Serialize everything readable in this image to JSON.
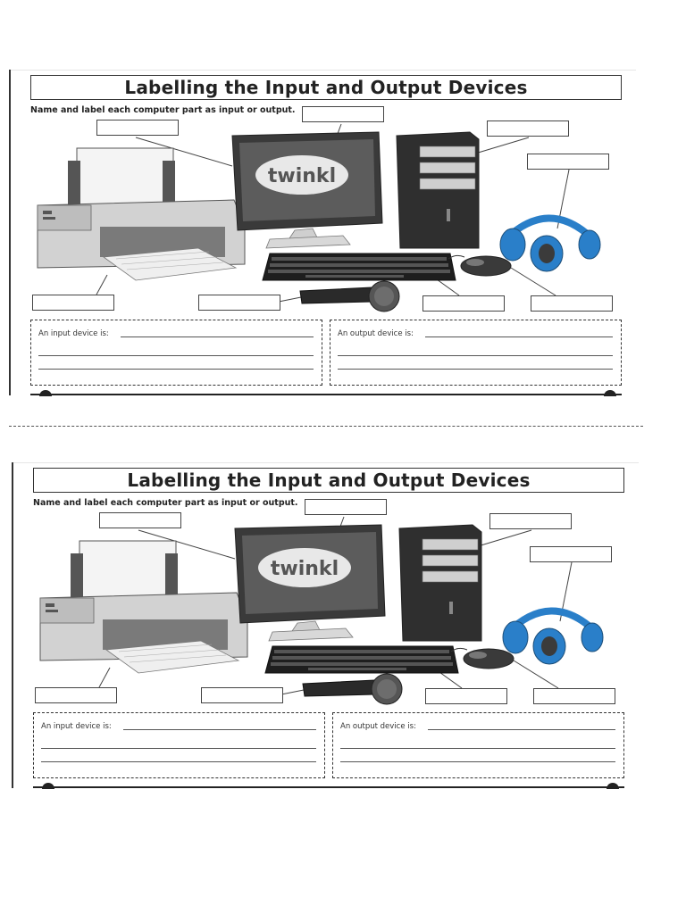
{
  "worksheet": {
    "title": "Labelling the Input and Output Devices",
    "instruction": "Name and label each computer part as input or output.",
    "monitor_logo": "twinkl",
    "input_prompt": "An input device is:",
    "output_prompt": "An output device is:"
  },
  "colors": {
    "outline": "#333333",
    "headphone_blue": "#2a7fc9",
    "monitor_screen": "#555555",
    "device_gray": "#cfcfcf"
  },
  "icons": [
    "printer-icon",
    "monitor-icon",
    "computer-tower-icon",
    "keyboard-icon",
    "mouse-icon",
    "microphone-icon",
    "headphones-icon"
  ]
}
